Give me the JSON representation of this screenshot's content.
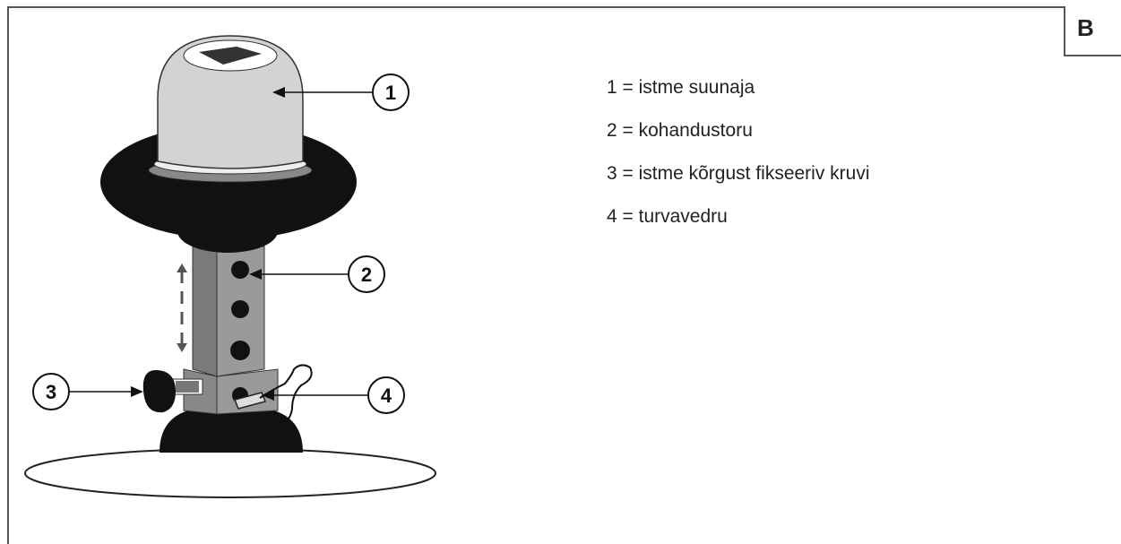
{
  "panel_label": "B",
  "legend": [
    {
      "number": "1",
      "text": "1 = istme suunaja"
    },
    {
      "number": "2",
      "text": "2 = kohandustoru"
    },
    {
      "number": "3",
      "text": "3 = istme kõrgust fikseeriv kruvi"
    },
    {
      "number": "4",
      "text": "4 = turvavedru"
    }
  ],
  "callouts": [
    "1",
    "2",
    "3",
    "4"
  ]
}
